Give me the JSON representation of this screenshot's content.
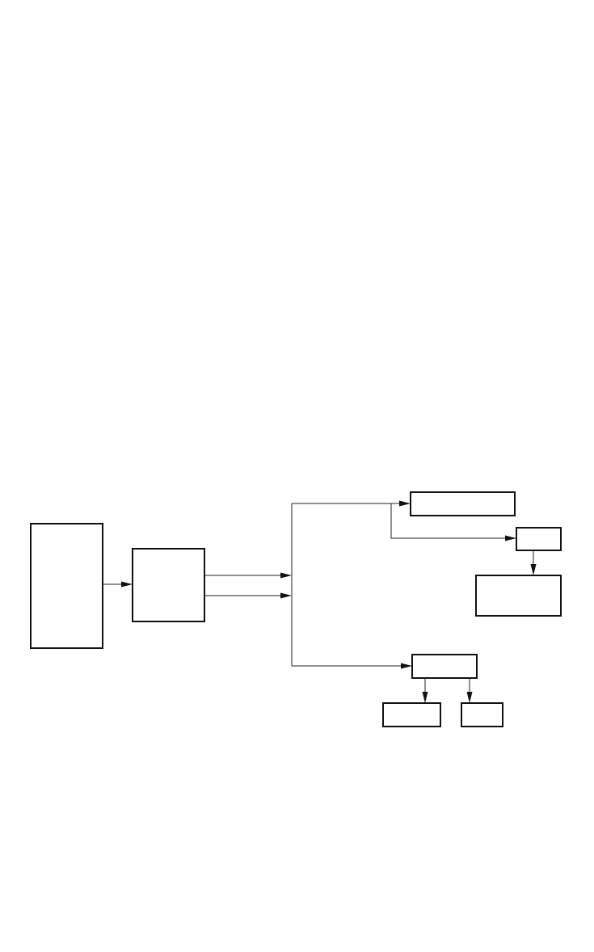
{
  "diagram": {
    "type": "block-diagram",
    "colors": {
      "background": "#ffffff",
      "stroke": "#111111",
      "connector": "#222222"
    },
    "blocks": [
      {
        "id": "block-source",
        "label": ""
      },
      {
        "id": "block-processor",
        "label": ""
      },
      {
        "id": "block-output-top",
        "label": ""
      },
      {
        "id": "block-small",
        "label": ""
      },
      {
        "id": "block-right-lower",
        "label": ""
      },
      {
        "id": "block-bottom",
        "label": ""
      },
      {
        "id": "block-bottom-left",
        "label": ""
      },
      {
        "id": "block-bottom-right",
        "label": ""
      }
    ],
    "connections": [
      {
        "from": "block-source",
        "to": "block-processor"
      },
      {
        "from": "block-processor",
        "to": "bus"
      },
      {
        "from": "block-processor",
        "to": "bus"
      },
      {
        "from": "bus",
        "to": "block-output-top"
      },
      {
        "from": "bus",
        "to": "block-small"
      },
      {
        "from": "block-small",
        "to": "block-right-lower"
      },
      {
        "from": "bus",
        "to": "block-bottom"
      },
      {
        "from": "block-bottom",
        "to": "block-bottom-left"
      },
      {
        "from": "block-bottom",
        "to": "block-bottom-right"
      }
    ]
  }
}
